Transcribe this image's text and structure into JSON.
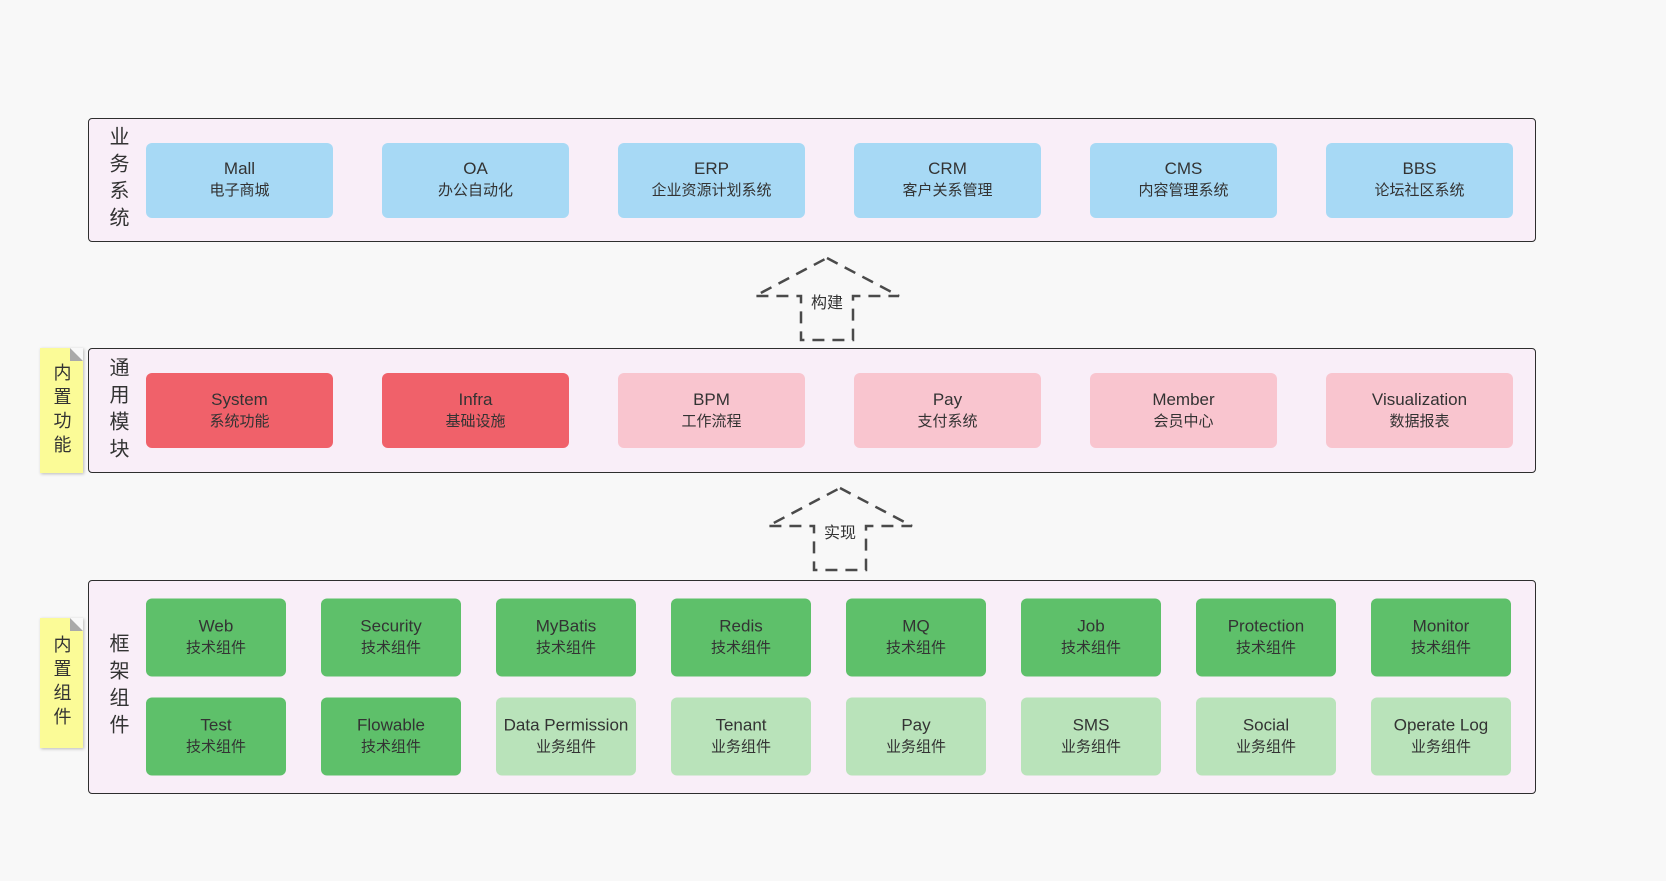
{
  "bands": {
    "business": {
      "label": "业务系统",
      "items": [
        {
          "title": "Mall",
          "subtitle": "电子商城",
          "variant": "blue"
        },
        {
          "title": "OA",
          "subtitle": "办公自动化",
          "variant": "blue"
        },
        {
          "title": "ERP",
          "subtitle": "企业资源计划系统",
          "variant": "blue"
        },
        {
          "title": "CRM",
          "subtitle": "客户关系管理",
          "variant": "blue"
        },
        {
          "title": "CMS",
          "subtitle": "内容管理系统",
          "variant": "blue"
        },
        {
          "title": "BBS",
          "subtitle": "论坛社区系统",
          "variant": "blue"
        }
      ]
    },
    "modules": {
      "label": "通用模块",
      "sticky": "内置功能",
      "items": [
        {
          "title": "System",
          "subtitle": "系统功能",
          "variant": "red"
        },
        {
          "title": "Infra",
          "subtitle": "基础设施",
          "variant": "red"
        },
        {
          "title": "BPM",
          "subtitle": "工作流程",
          "variant": "pink"
        },
        {
          "title": "Pay",
          "subtitle": "支付系统",
          "variant": "pink"
        },
        {
          "title": "Member",
          "subtitle": "会员中心",
          "variant": "pink"
        },
        {
          "title": "Visualization",
          "subtitle": "数据报表",
          "variant": "pink"
        }
      ]
    },
    "components": {
      "label": "框架组件",
      "sticky": "内置组件",
      "rows": [
        [
          {
            "title": "Web",
            "subtitle": "技术组件",
            "variant": "green"
          },
          {
            "title": "Security",
            "subtitle": "技术组件",
            "variant": "green"
          },
          {
            "title": "MyBatis",
            "subtitle": "技术组件",
            "variant": "green"
          },
          {
            "title": "Redis",
            "subtitle": "技术组件",
            "variant": "green"
          },
          {
            "title": "MQ",
            "subtitle": "技术组件",
            "variant": "green"
          },
          {
            "title": "Job",
            "subtitle": "技术组件",
            "variant": "green"
          },
          {
            "title": "Protection",
            "subtitle": "技术组件",
            "variant": "green"
          },
          {
            "title": "Monitor",
            "subtitle": "技术组件",
            "variant": "green"
          }
        ],
        [
          {
            "title": "Test",
            "subtitle": "技术组件",
            "variant": "green"
          },
          {
            "title": "Flowable",
            "subtitle": "技术组件",
            "variant": "green"
          },
          {
            "title": "Data Permission",
            "subtitle": "业务组件",
            "variant": "lightgreen"
          },
          {
            "title": "Tenant",
            "subtitle": "业务组件",
            "variant": "lightgreen"
          },
          {
            "title": "Pay",
            "subtitle": "业务组件",
            "variant": "lightgreen"
          },
          {
            "title": "SMS",
            "subtitle": "业务组件",
            "variant": "lightgreen"
          },
          {
            "title": "Social",
            "subtitle": "业务组件",
            "variant": "lightgreen"
          },
          {
            "title": "Operate Log",
            "subtitle": "业务组件",
            "variant": "lightgreen"
          }
        ]
      ]
    }
  },
  "arrows": {
    "build": {
      "label": "构建"
    },
    "implement": {
      "label": "实现"
    }
  },
  "colors": {
    "blue": "#a7d9f5",
    "red": "#f0616a",
    "pink": "#f9c5cf",
    "green": "#5ec06a",
    "lightgreen": "#b9e3ba",
    "band_bg": "#f9eef8",
    "sticky": "#fbfb97"
  }
}
